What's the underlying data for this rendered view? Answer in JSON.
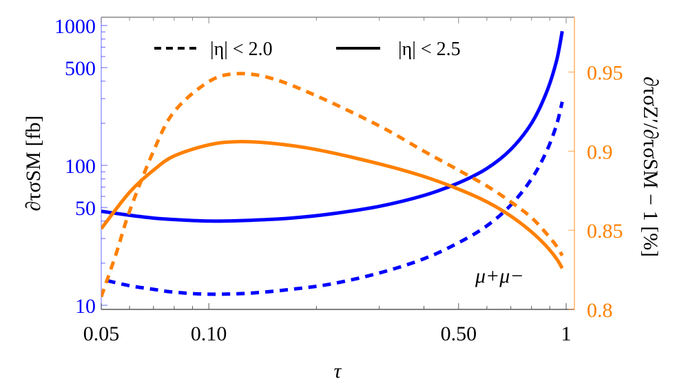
{
  "chart_data": {
    "type": "line",
    "title": "",
    "annotation": "μ⁺μ⁻",
    "xlabel": "τ",
    "ylabel_left": "∂τσSM [fb]",
    "ylabel_right": "∂τσZ′/∂τσSM − 1 [%]",
    "x_scale": "log",
    "y_left_scale": "log",
    "y_right_scale": "linear",
    "xlim": [
      0.05,
      1.0
    ],
    "ylim_left": [
      10,
      1000
    ],
    "ylim_right": [
      0.8,
      0.985
    ],
    "x_ticks": [
      "0.05",
      "0.10",
      "0.50",
      "1"
    ],
    "y_left_ticks": [
      "10",
      "50",
      "100",
      "500",
      "1000"
    ],
    "y_right_ticks": [
      "0.8",
      "0.85",
      "0.9",
      "0.95"
    ],
    "legend": [
      {
        "style": "dashed",
        "label": "|η| < 2.0"
      },
      {
        "style": "solid",
        "label": "|η| < 2.5"
      }
    ],
    "colors": {
      "left_axis": "#0000ff",
      "right_axis": "#ff8000"
    },
    "series": [
      {
        "name": "σSM, |η| < 2.5",
        "axis": "left",
        "color": "#0000ff",
        "style": "solid",
        "x": [
          0.05,
          0.06,
          0.07,
          0.08,
          0.1,
          0.13,
          0.17,
          0.22,
          0.3,
          0.4,
          0.5,
          0.6,
          0.7,
          0.8,
          0.88,
          0.94,
          0.975
        ],
        "y": [
          47,
          44,
          42,
          41,
          40,
          40.5,
          42,
          45,
          51,
          61,
          75,
          95,
          130,
          200,
          330,
          560,
          910
        ]
      },
      {
        "name": "σSM, |η| < 2.0",
        "axis": "left",
        "color": "#0000ff",
        "style": "dashed",
        "x": [
          0.052,
          0.06,
          0.07,
          0.08,
          0.1,
          0.13,
          0.17,
          0.22,
          0.3,
          0.4,
          0.5,
          0.6,
          0.7,
          0.8,
          0.88,
          0.94,
          0.975
        ],
        "y": [
          15,
          13.8,
          13,
          12.4,
          12,
          12.2,
          13,
          14.2,
          17,
          21.5,
          28,
          37,
          52,
          80,
          125,
          195,
          285
        ]
      },
      {
        "name": "ratio, |η| < 2.5",
        "axis": "right",
        "color": "#ff8000",
        "style": "solid",
        "x": [
          0.05,
          0.06,
          0.07,
          0.08,
          0.1,
          0.12,
          0.15,
          0.2,
          0.3,
          0.4,
          0.5,
          0.6,
          0.7,
          0.8,
          0.88,
          0.94,
          0.975
        ],
        "y": [
          0.851,
          0.874,
          0.888,
          0.897,
          0.904,
          0.906,
          0.905,
          0.901,
          0.892,
          0.884,
          0.876,
          0.868,
          0.859,
          0.849,
          0.84,
          0.832,
          0.826
        ]
      },
      {
        "name": "ratio, |η| < 2.0",
        "axis": "right",
        "color": "#ff8000",
        "style": "dashed",
        "x": [
          0.05,
          0.055,
          0.06,
          0.07,
          0.08,
          0.1,
          0.12,
          0.15,
          0.2,
          0.3,
          0.4,
          0.5,
          0.6,
          0.7,
          0.8,
          0.88,
          0.94,
          0.975
        ],
        "y": [
          0.808,
          0.835,
          0.862,
          0.9,
          0.925,
          0.944,
          0.949,
          0.946,
          0.935,
          0.916,
          0.9,
          0.888,
          0.878,
          0.868,
          0.858,
          0.848,
          0.84,
          0.834
        ]
      }
    ]
  },
  "labels": {
    "x_axis": "τ",
    "annotation": "μ+μ−",
    "legend_dashed": "|η| < 2.0",
    "legend_solid": "|η| < 2.5"
  }
}
